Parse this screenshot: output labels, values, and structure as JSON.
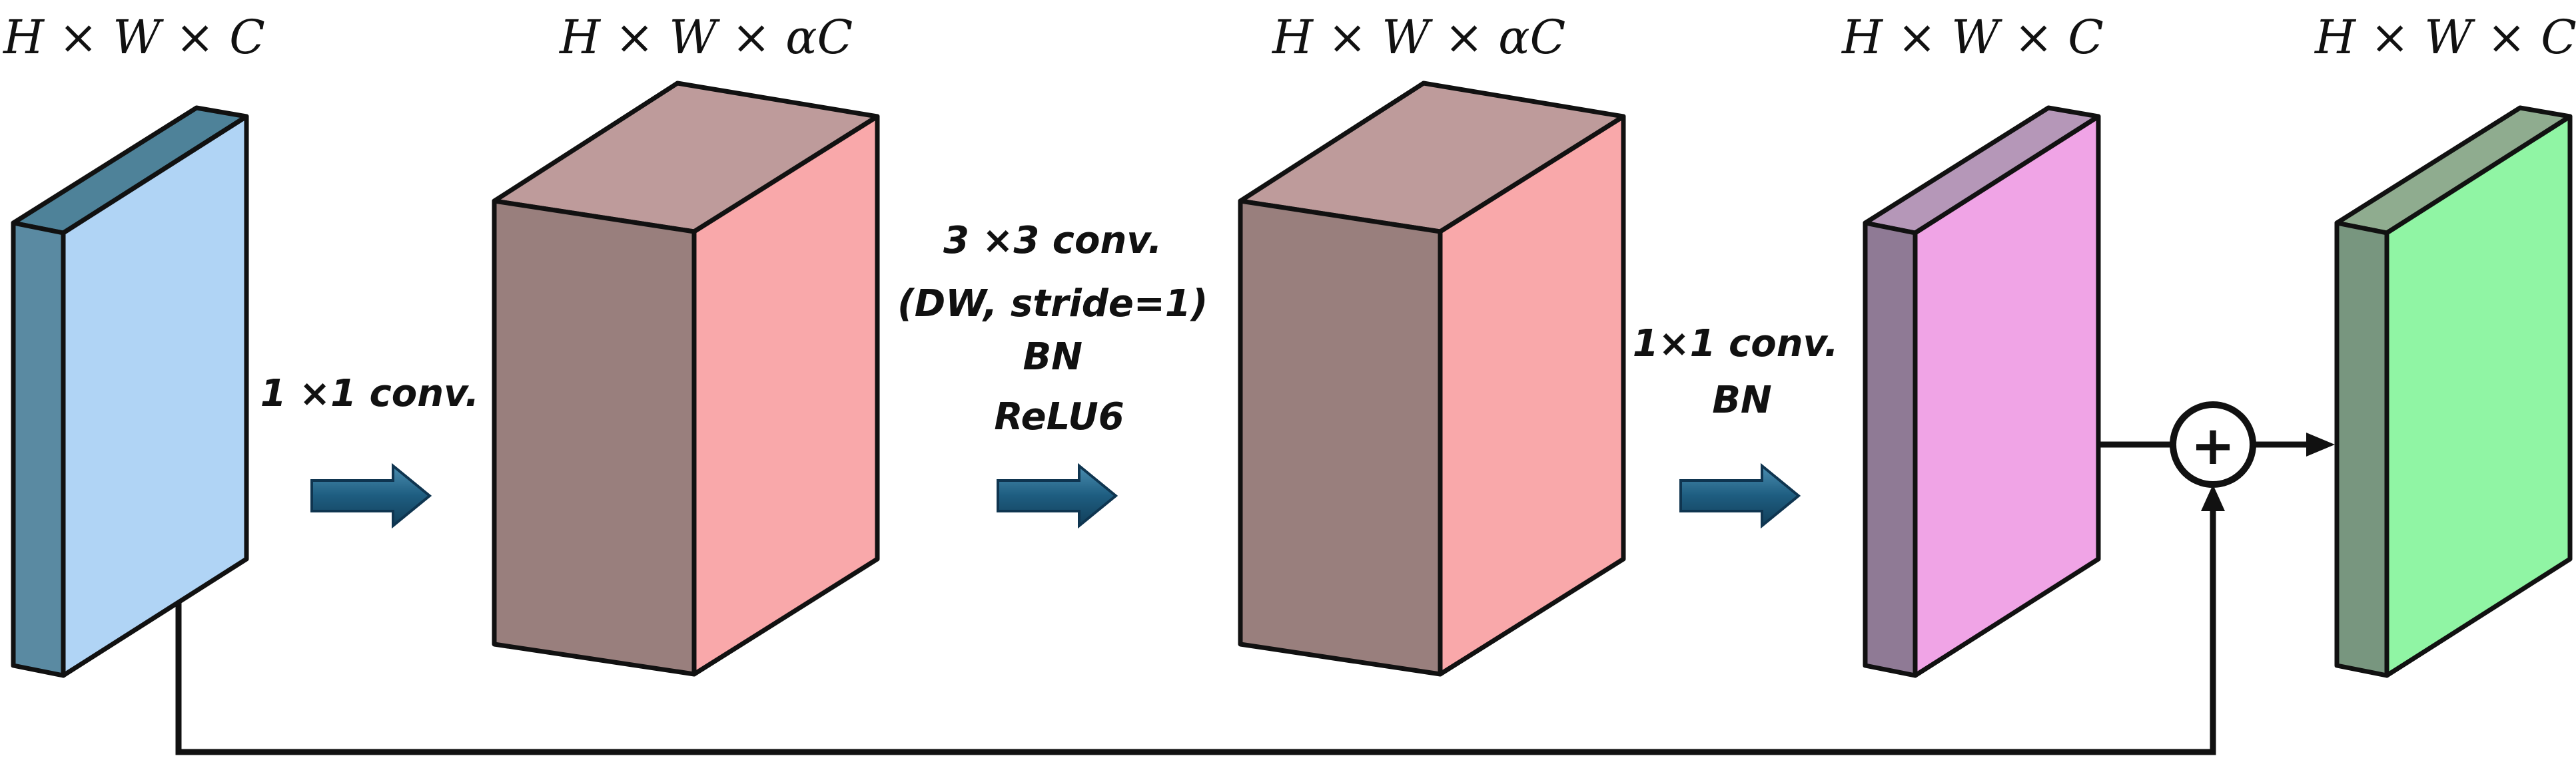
{
  "tensors": [
    {
      "label": "H × W × C"
    },
    {
      "label": "H × W × αC"
    },
    {
      "label": "H × W × αC"
    },
    {
      "label": "H × W × C"
    },
    {
      "label": "H × W × C"
    }
  ],
  "operations": [
    {
      "lines": [
        "1 ×1 conv."
      ]
    },
    {
      "lines": [
        "3 ×3 conv.",
        "(DW, stride=1)",
        "BN",
        "ReLU6"
      ]
    },
    {
      "lines": [
        "1×1 conv.",
        "BN"
      ]
    }
  ],
  "residual": {
    "symbol": "+"
  },
  "colors": {
    "block1_front": "#b0d4f5",
    "block1_side": "#5a8aa2",
    "block1_top": "#4e8299",
    "block2_front": "#f9a8aa",
    "block2_side": "#997f7d",
    "block2_top": "#be9b9b",
    "block4_front": "#f0a4e6",
    "block4_side": "#8f7a95",
    "block4_top": "#b597b8",
    "block5_front": "#90f5a4",
    "block5_side": "#78967f",
    "block5_top": "#8fac8f",
    "arrow": "#1e5d80"
  }
}
